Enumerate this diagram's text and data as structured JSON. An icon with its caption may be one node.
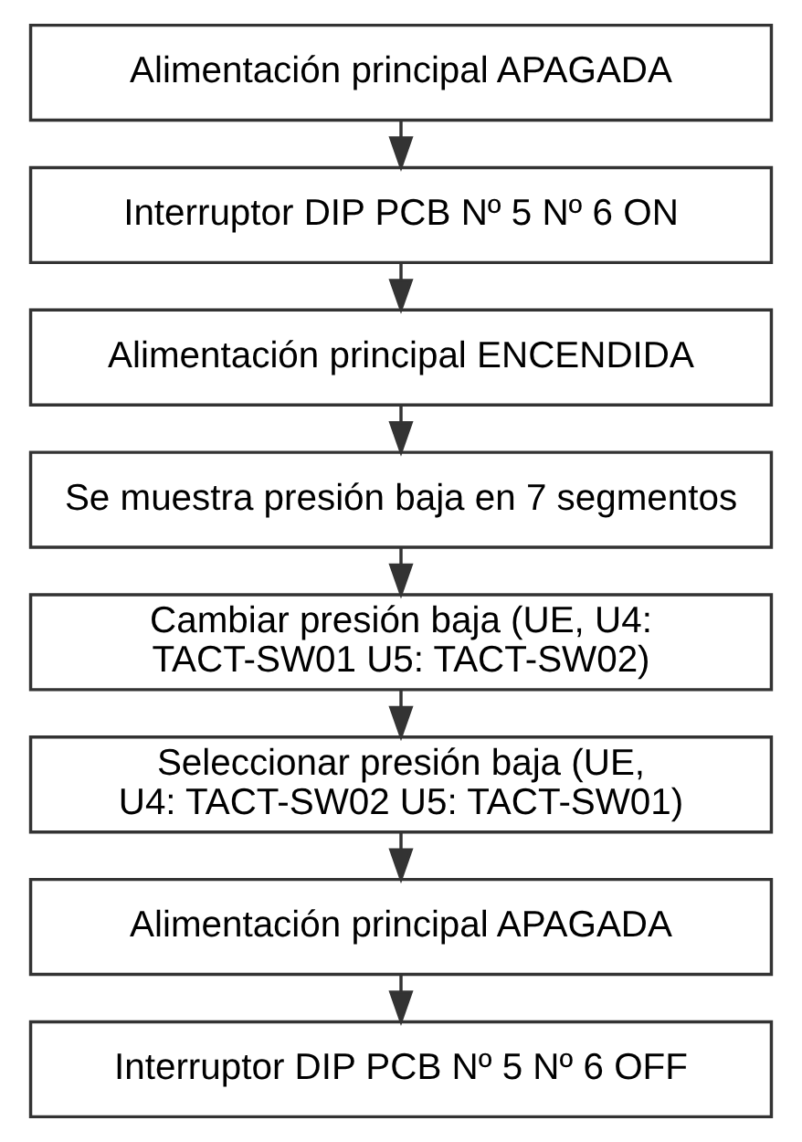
{
  "diagram": {
    "nodes": [
      {
        "text": [
          "Alimentación principal APAGADA"
        ]
      },
      {
        "text": [
          "Interruptor DIP PCB Nº 5 Nº 6 ON"
        ]
      },
      {
        "text": [
          "Alimentación principal ENCENDIDA"
        ]
      },
      {
        "text": [
          "Se muestra presión baja en 7 segmentos"
        ]
      },
      {
        "text": [
          "Cambiar presión baja (UE, U4: TACT-SW01 U5: TACT-SW02)"
        ]
      },
      {
        "text": [
          "Seleccionar presión baja (UE, U4: TACT-SW02 U5: TACT-SW01)"
        ]
      },
      {
        "text": [
          "Alimentación principal APAGADA"
        ]
      },
      {
        "text": [
          "Interruptor DIP PCB Nº 5 Nº 6 OFF"
        ]
      }
    ],
    "edges": [
      {
        "from": 0,
        "to": 1,
        "arrow": "to"
      },
      {
        "from": 1,
        "to": 2,
        "arrow": "to"
      },
      {
        "from": 2,
        "to": 3,
        "arrow": "to"
      },
      {
        "from": 3,
        "to": 4,
        "arrow": "to"
      },
      {
        "from": 4,
        "to": 5,
        "arrow": "to"
      },
      {
        "from": 5,
        "to": 6,
        "arrow": "to"
      },
      {
        "from": 6,
        "to": 7,
        "arrow": "to"
      }
    ]
  }
}
